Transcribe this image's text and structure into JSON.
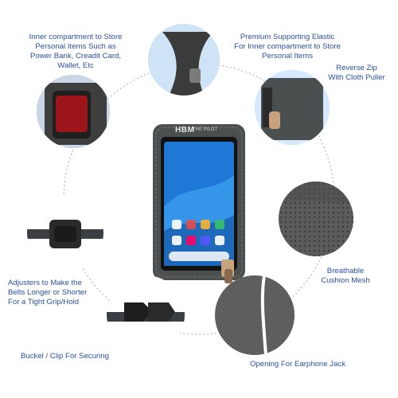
{
  "callouts": {
    "inner_compartment": {
      "lines": [
        "Inner compartment to Store",
        "Personal Items Such as",
        "Power Bank,  Creadit Card,",
        "Wallet, Etc"
      ]
    },
    "premium_elastic": {
      "lines": [
        "Premium Supporting Elastic",
        "For Inner compartment to Store",
        "Personal Items"
      ]
    },
    "reverse_zip": {
      "lines": [
        "Reverse Zip",
        "With Cloth Puller"
      ]
    },
    "breathable": {
      "lines": [
        "Breathable",
        "Cushion Mesh"
      ]
    },
    "adjusters": {
      "lines": [
        "Adjusters to Make the",
        "Belts Longer or Shorter",
        "For a Tight Grip/Hold"
      ]
    },
    "buckle": {
      "lines": [
        "Buckel / Clip For Securing"
      ]
    },
    "earphone": {
      "lines": [
        "Opening For Earphone Jack"
      ]
    }
  },
  "product": {
    "brand_logo": "HBM",
    "brand_tag": "THE PILOT",
    "phone_screen_accent": "#1f78d6",
    "pouch_color": "#4b4f4f"
  },
  "colors": {
    "label_text": "#2b4fa3",
    "connector": "#9a9a9a"
  }
}
